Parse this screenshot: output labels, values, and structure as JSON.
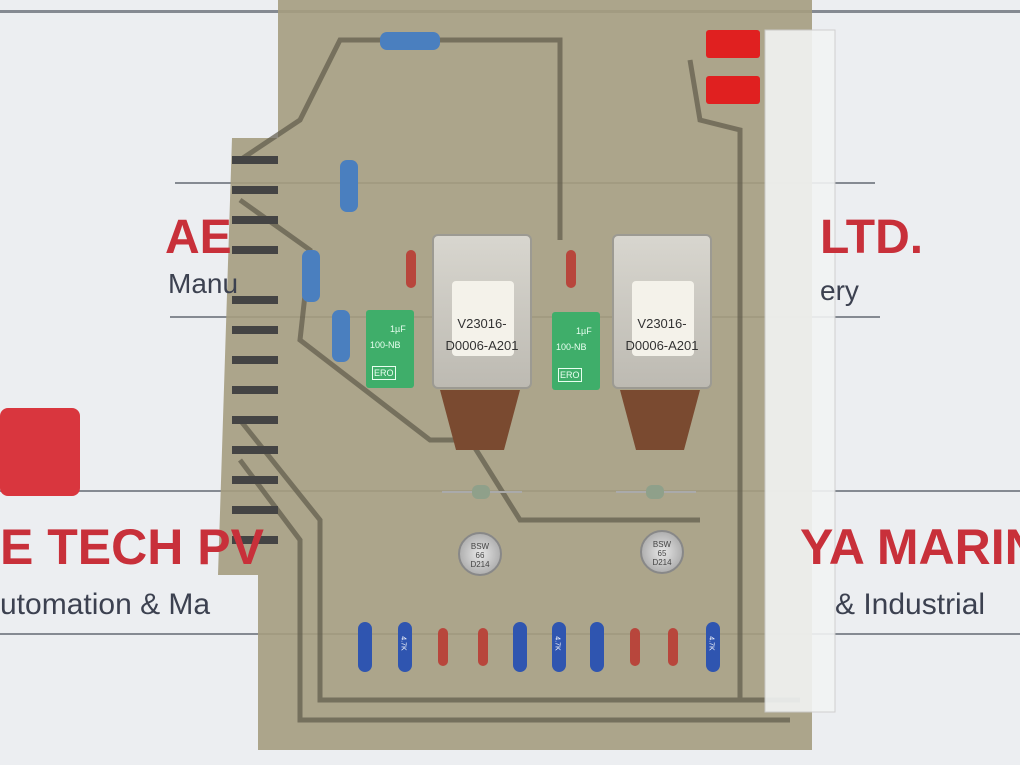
{
  "watermark": {
    "lines": [
      "AE",
      "LTD.",
      "Manu",
      "ery",
      "E TECH PV",
      "YA MARIN",
      "utomation & Ma",
      "& Industrial"
    ],
    "brand_color": "#c8303a"
  },
  "board": {
    "relays": [
      {
        "line1": "V23016-",
        "line2": "D0006-A201"
      },
      {
        "line1": "V23016-",
        "line2": "D0006-A201"
      }
    ],
    "capacitors": [
      {
        "brand": "ERO",
        "value": "1µF",
        "rating": "100-NB"
      },
      {
        "brand": "ERO",
        "value": "1µF",
        "rating": "100-NB"
      }
    ],
    "transistors": [
      {
        "line1": "BSW",
        "line2": "66",
        "line3": "D214"
      },
      {
        "line1": "BSW",
        "line2": "65",
        "line3": "D214"
      }
    ],
    "resistor_label": "4.7K",
    "colors": {
      "pcb": "#a59c80",
      "capacitor": "#3fae6a",
      "connector": "#e02020"
    }
  }
}
